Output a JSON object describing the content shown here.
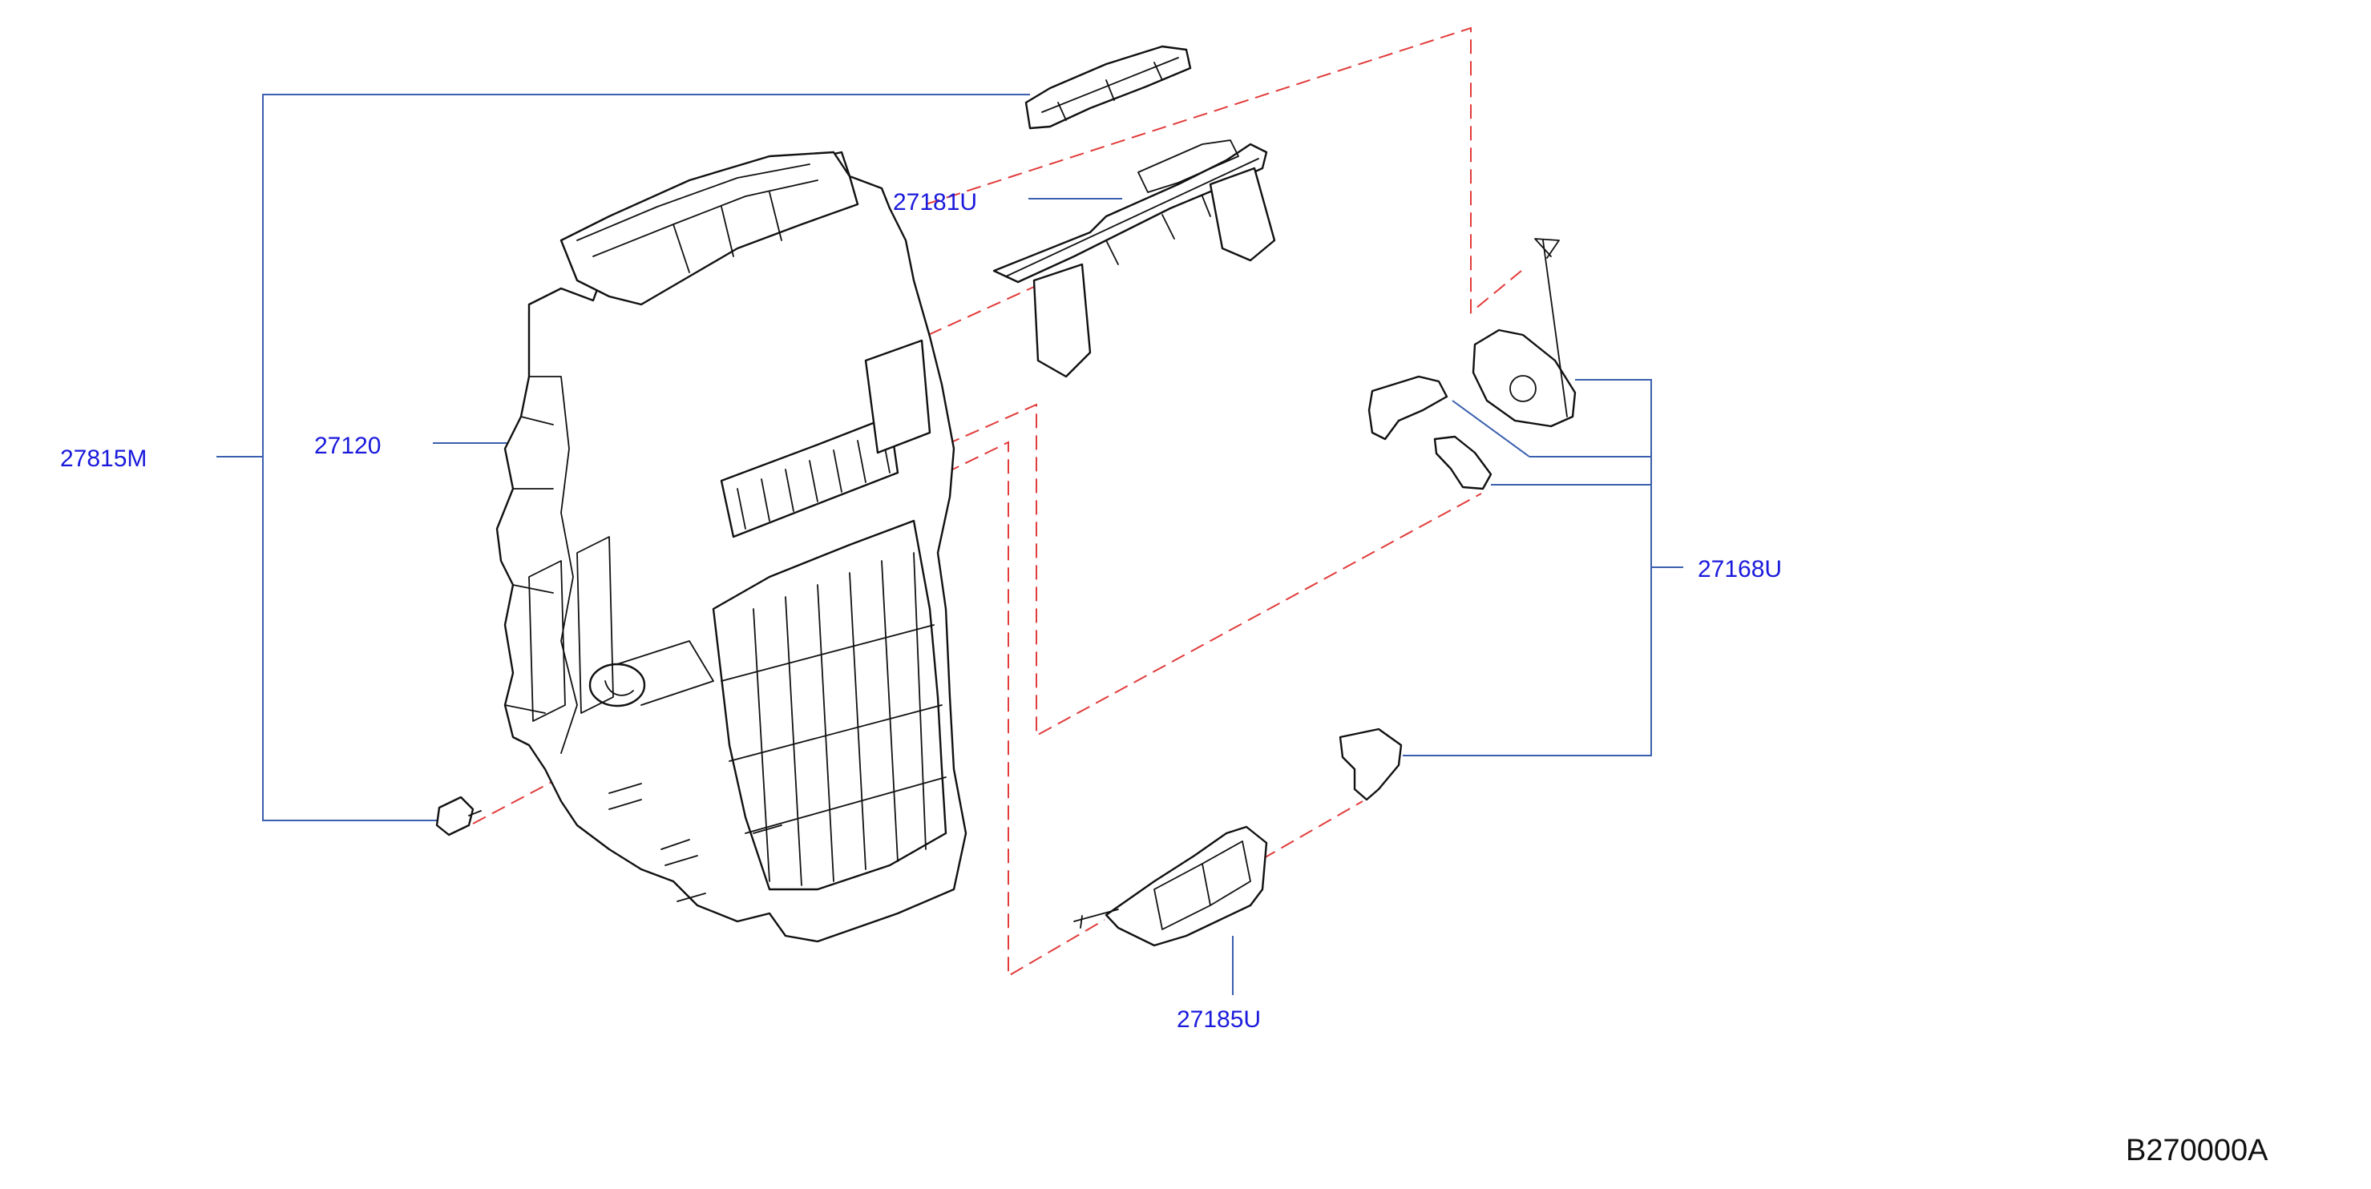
{
  "labels": {
    "p27815M": "27815M",
    "p27120": "27120",
    "p27181U": "27181U",
    "p27168U": "27168U",
    "p27185U": "27185U"
  },
  "diagram_code": "B270000A",
  "colors": {
    "label_text": "#1a1adc",
    "leader_line": "#3a5fae",
    "dashed_line": "#e23b3b",
    "part_outline": "#111111",
    "code_text": "#111111"
  }
}
